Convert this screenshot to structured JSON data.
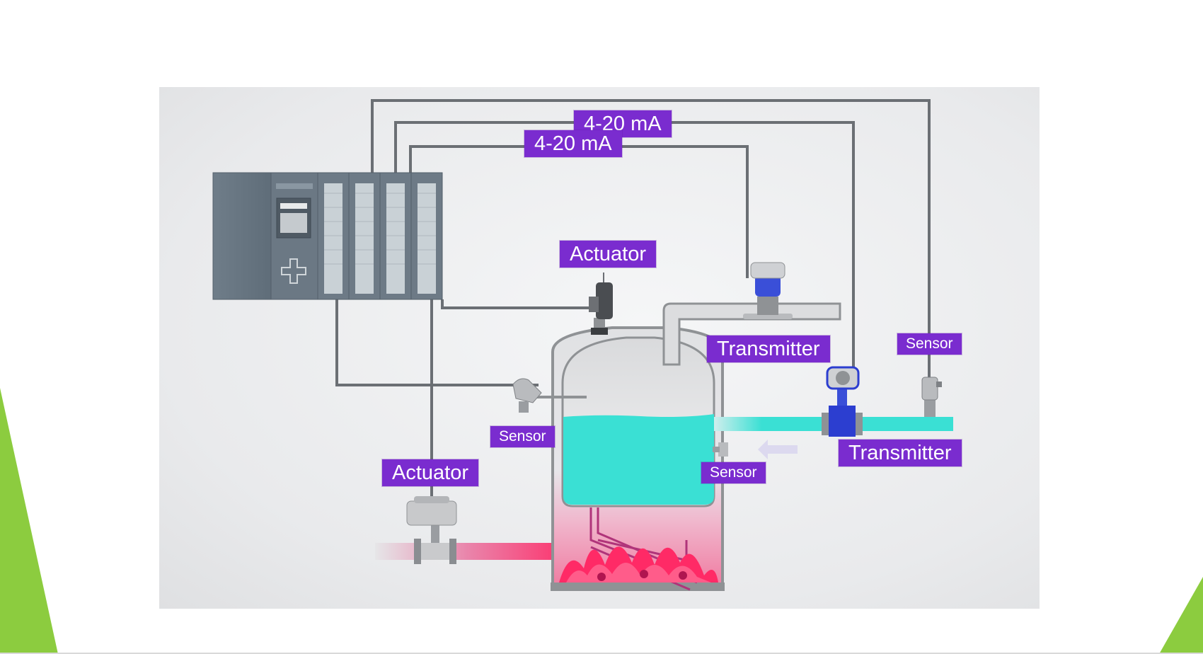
{
  "labels": {
    "signal_top": "4-20 mA",
    "signal_bottom": "4-20 mA",
    "actuator_top": "Actuator",
    "actuator_bottom": "Actuator",
    "transmitter_top": "Transmitter",
    "transmitter_right": "Transmitter",
    "sensor_left": "Sensor",
    "sensor_lower": "Sensor",
    "sensor_right": "Sensor"
  },
  "colors": {
    "tag_purple": "#7a2ccf",
    "water": "#3ae0d4",
    "flame": "#ff2a66",
    "wire": "#6b6f74",
    "accent_green": "#8ccc3f"
  }
}
